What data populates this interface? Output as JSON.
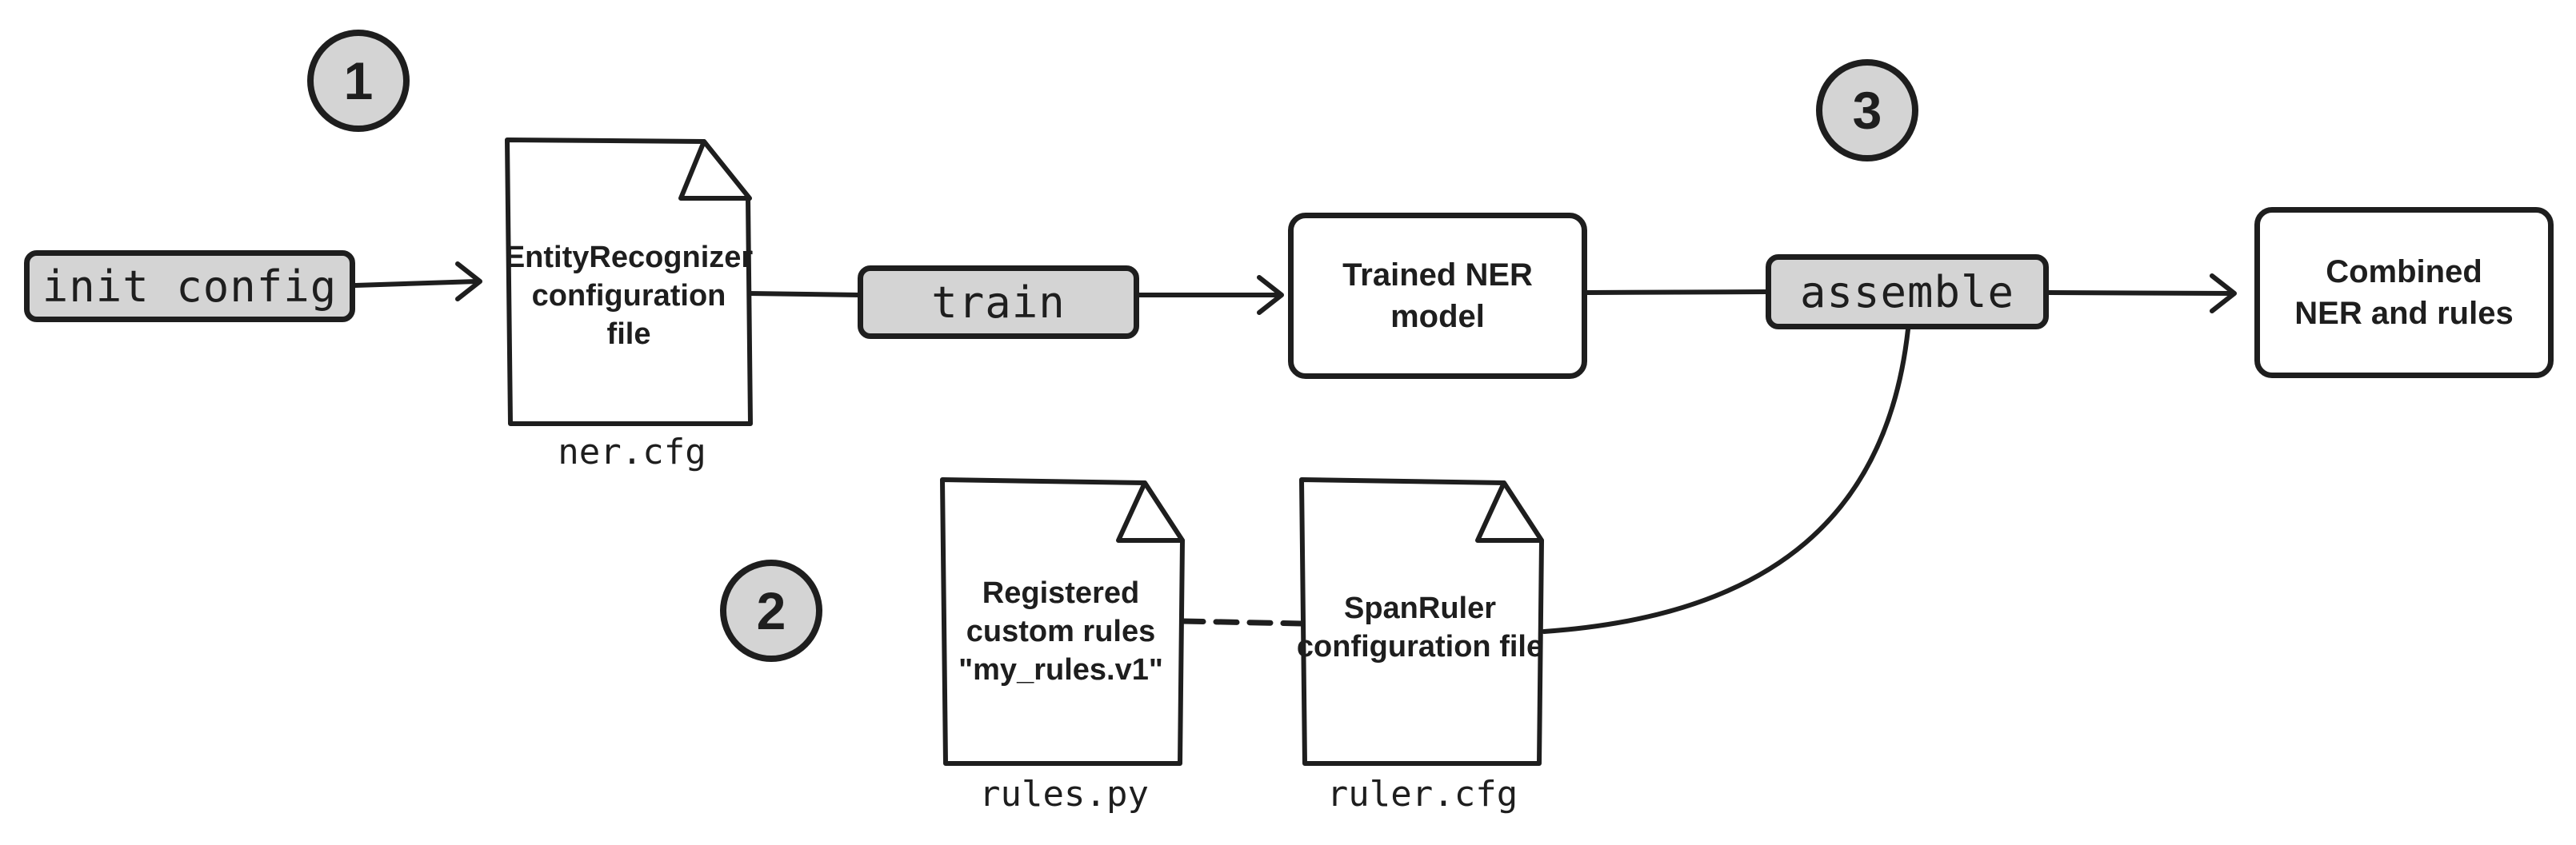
{
  "steps": [
    "1",
    "2",
    "3"
  ],
  "actions": {
    "init_config": "init config",
    "train": "train",
    "assemble": "assemble"
  },
  "documents": {
    "ner_config": {
      "text": "EntityRecognizer\nconfiguration\nfile",
      "filename": "ner.cfg"
    },
    "custom_rules": {
      "text": "Registered\ncustom rules\n\"my_rules.v1\"",
      "filename": "rules.py"
    },
    "ruler_config": {
      "text": "SpanRuler\nconfiguration file",
      "filename": "ruler.cfg"
    }
  },
  "outputs": {
    "trained_model": "Trained NER model",
    "combined": "Combined NER and rules"
  },
  "colors": {
    "stroke": "#1e1e1e",
    "fill": "#d4d4d4",
    "background": "#ffffff"
  }
}
